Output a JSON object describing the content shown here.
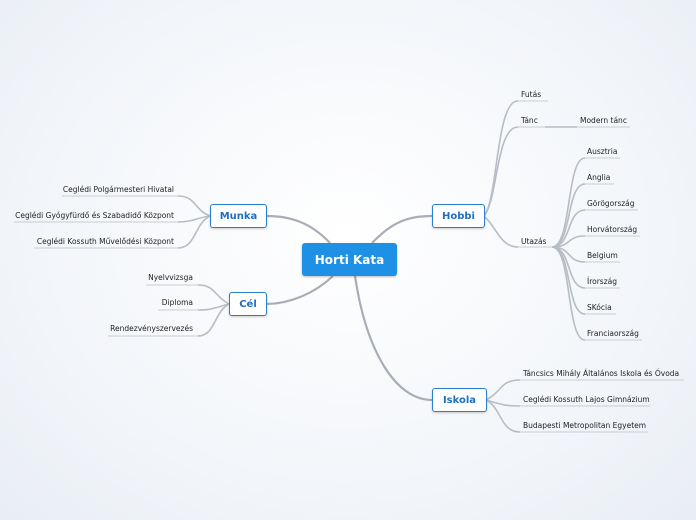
{
  "root": {
    "label": "Horti Kata"
  },
  "branches": {
    "hobbi": {
      "label": "Hobbi",
      "futas": "Futás",
      "tanc": "Tánc",
      "modern_tanc": "Modern tánc",
      "utazas": "Utazás",
      "countries": [
        "Ausztria",
        "Anglia",
        "Görögország",
        "Horvátország",
        "Belgium",
        "Írország",
        "SKócia",
        "Franciaország"
      ]
    },
    "iskola": {
      "label": "Iskola",
      "items": [
        "Táncsics Mihály Általános Iskola és Óvoda",
        "Ceglédi Kossuth Lajos Gimnázium",
        "Budapesti Metropolitan Egyetem"
      ]
    },
    "munka": {
      "label": "Munka",
      "items": [
        "Ceglédi Polgármesteri Hivatal",
        "Ceglédi Gyógyfürdő és Szabadidő Központ",
        "Ceglédi Kossuth Művelődési Központ"
      ]
    },
    "cel": {
      "label": "Cél",
      "items": [
        "Nyelvvizsga",
        "Diploma",
        "Rendezvényszervezés"
      ]
    }
  },
  "colors": {
    "root_fill": "#1e90e6",
    "node_border": "#2a7fd0",
    "node_text": "#1f6fc0",
    "edge": "#b8bcc4"
  }
}
